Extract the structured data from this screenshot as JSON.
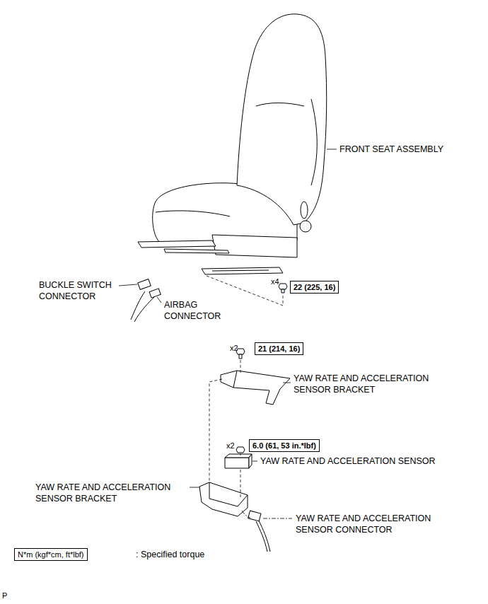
{
  "diagram": {
    "nodes": [
      {
        "text": [
          "22 (225, 16)"
        ]
      },
      {
        "text": [
          "21 (214, 16)"
        ]
      },
      {
        "text": [
          "6.0 (61, 53 in.*lbf)"
        ]
      },
      {
        "text": [
          "N*m (kgf*cm, ft*lbf)"
        ]
      }
    ],
    "labels": [
      "FRONT SEAT ASSEMBLY",
      "BUCKLE SWITCH CONNECTOR",
      "AIRBAG CONNECTOR",
      "x4",
      "x2",
      "YAW RATE AND ACCELERATION SENSOR BRACKET",
      "x2",
      "YAW RATE AND ACCELERATION SENSOR",
      "YAW RATE AND ACCELERATION SENSOR BRACKET",
      "YAW RATE AND ACCELERATION SENSOR CONNECTOR",
      ": Specified torque",
      "P"
    ]
  }
}
